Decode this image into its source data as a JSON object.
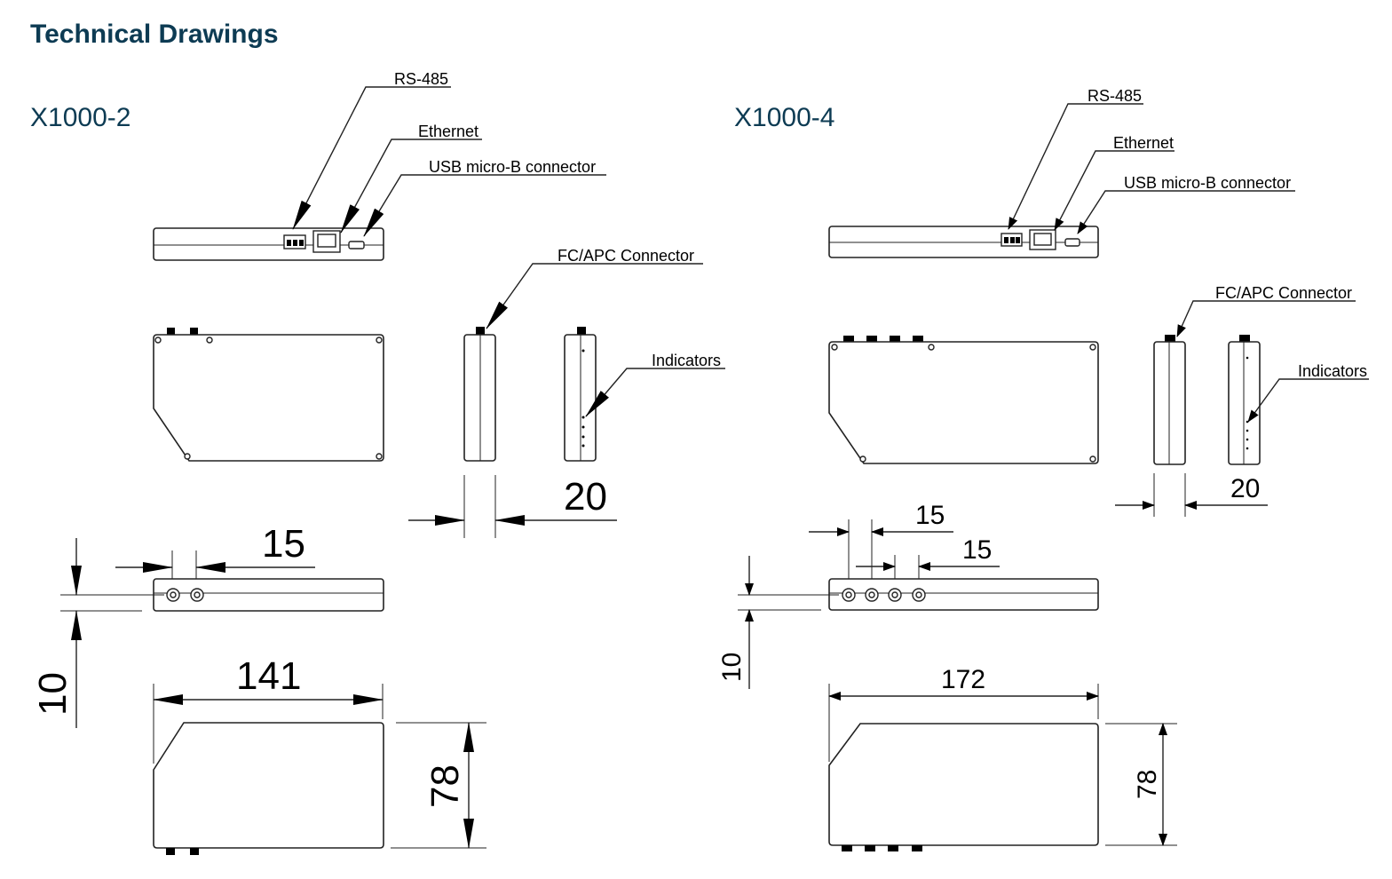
{
  "page": {
    "title": "Technical Drawings"
  },
  "models": [
    {
      "id": "x1000-2",
      "title": "X1000-2",
      "callouts": {
        "rs485": "RS-485",
        "ethernet": "Ethernet",
        "usb": "USB micro-B connector",
        "fc_apc": "FC/APC Connector",
        "indicators": "Indicators"
      },
      "dimensions": {
        "depth_side": "20",
        "connector_pitch": "15",
        "connector_offset": "10",
        "width": "141",
        "height": "78"
      },
      "fc_apc_connector_count": 2
    },
    {
      "id": "x1000-4",
      "title": "X1000-4",
      "callouts": {
        "rs485": "RS-485",
        "ethernet": "Ethernet",
        "usb": "USB micro-B connector",
        "fc_apc": "FC/APC Connector",
        "indicators": "Indicators"
      },
      "dimensions": {
        "depth_side": "20",
        "connector_pitch_1": "15",
        "connector_pitch_2": "15",
        "connector_offset": "10",
        "width": "172",
        "height": "78"
      },
      "fc_apc_connector_count": 4
    }
  ]
}
